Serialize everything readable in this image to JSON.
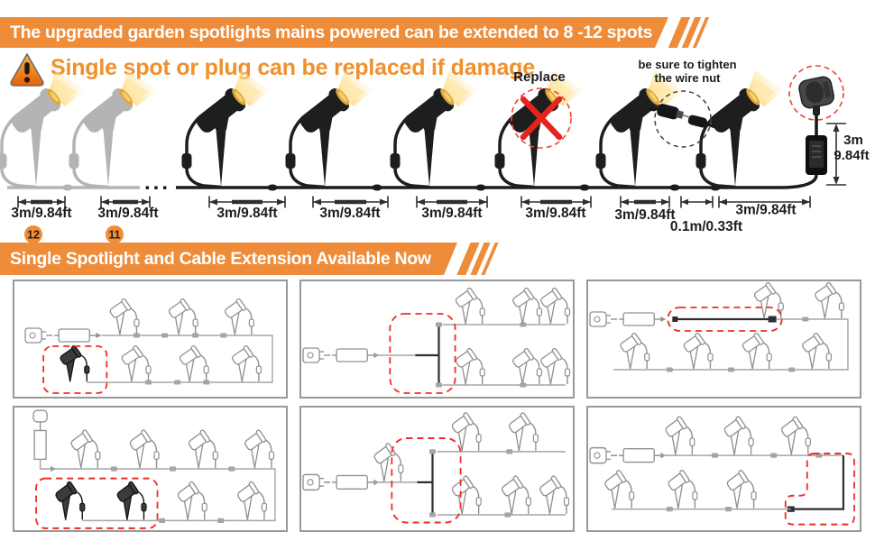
{
  "colors": {
    "banner_orange": "#ee8c3a",
    "warning_orange": "#f0902d",
    "highlight_red": "#ee2e24",
    "cross_red": "#e5251d",
    "beam_yellow": "#ffd26a",
    "spot_black": "#1e1e1e",
    "spot_gray": "#b4b4b4"
  },
  "banner1": {
    "text": "The upgraded garden spotlights mains powered can be extended to 8 -12 spots"
  },
  "warning": {
    "text": "Single spot or plug can be replaced if damage"
  },
  "diagram": {
    "replace_label": "Replace",
    "wire_nut_note_line1": "be sure to tighten",
    "wire_nut_note_line2": "the wire nut",
    "ellipsis": "...",
    "segment_labels": [
      "3m/9.84ft",
      "3m/9.84ft",
      "3m/9.84ft",
      "3m/9.84ft",
      "3m/9.84ft",
      "3m/9.84ft",
      "3m/9.84ft"
    ],
    "short_segment_label": "0.1m/0.33ft",
    "end_segment_label": "3m/9.84ft",
    "plug_cable_length_line1": "3m",
    "plug_cable_length_line2": "9.84ft",
    "badges": [
      "12",
      "11"
    ]
  },
  "banner2": {
    "text": "Single Spotlight and Cable Extension Available Now"
  }
}
